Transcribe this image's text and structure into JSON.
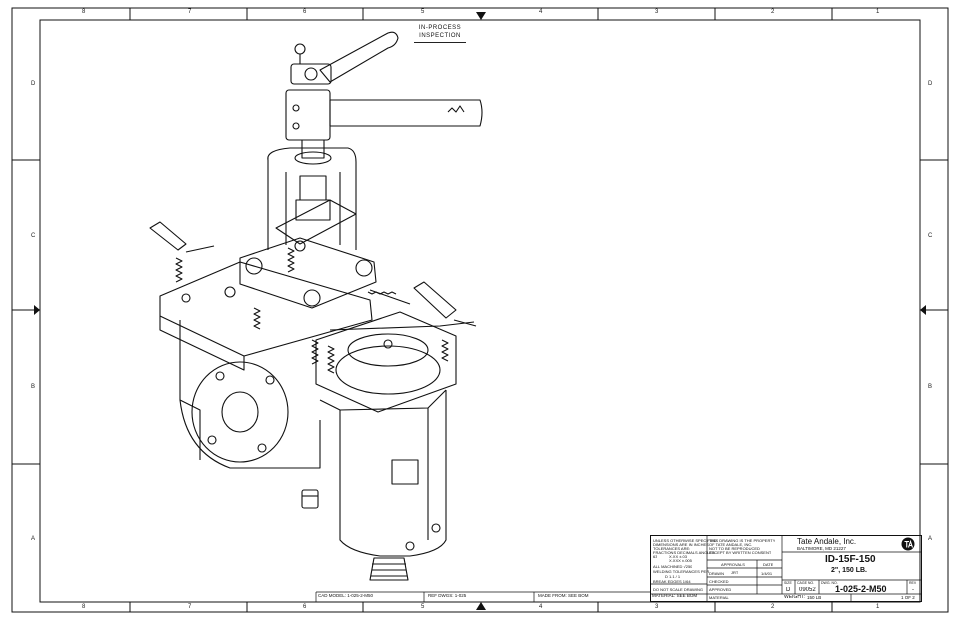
{
  "border": {
    "columns": [
      "8",
      "7",
      "6",
      "5",
      "4",
      "3",
      "2",
      "1"
    ],
    "rows": [
      "D",
      "C",
      "B",
      "A"
    ]
  },
  "note": {
    "line1": "IN-PROCESS",
    "line2": "INSPECTION"
  },
  "tolerances": {
    "l1": "UNLESS OTHERWISE SPECIFIED",
    "l2": "DIMENSIONS ARE IN INCHES",
    "l3": "TOLERANCES ARE:",
    "l4": "FRACTIONS  DECIMALS  ANGLES",
    "l5": "63",
    "l6": "X.XX ±.03",
    "l7": "X.XXX ±.005",
    "l8": "ALL MACHINED  √250",
    "l9": "WELDING TOLERANCES PER",
    "l10": "D 1.1 / 1",
    "l11": "BREAK EDGES 1/64",
    "l12": "DO NOT SCALE DRAWING"
  },
  "property": {
    "l1": "THIS DRAWING IS THE PROPERTY",
    "l2": "OF TATE ANDALE, INC.",
    "l3": "NOT TO BE REPRODUCED",
    "l4": "EXCEPT BY WRITTEN CONSENT"
  },
  "approvals": {
    "header": "APPROVALS",
    "date_header": "DATE",
    "drawn_label": "DRAWN",
    "drawn_by": "JRT",
    "drawn_date": "1/4/01",
    "checked_label": "CHECKED",
    "approved_label": "APPROVED",
    "material_label": "MATERIAL"
  },
  "company": {
    "name": "Tate Andale, Inc.",
    "city": "BALTIMORE, MD 21227"
  },
  "drawing": {
    "title": "ID-15F-150",
    "subtitle": "2\", 150 LB.",
    "size_label": "SIZE",
    "size": "D",
    "cage_label": "CAGE NO.",
    "cage": "09052",
    "dwg_label": "DWG. NO.",
    "number": "1-025-2-M50",
    "rev_label": "REV",
    "rev": "-",
    "weight_label": "WEIGHT:",
    "weight": "150 LB",
    "sheet": "1 OF 2"
  },
  "bottom_strip": {
    "cad": "CAD MODEL: 1-025-2-M50",
    "ref": "REF DWGS: 1-025",
    "made": "MADE FROM: SEE BOM",
    "material": "MATERIAL: SEE BOM"
  }
}
